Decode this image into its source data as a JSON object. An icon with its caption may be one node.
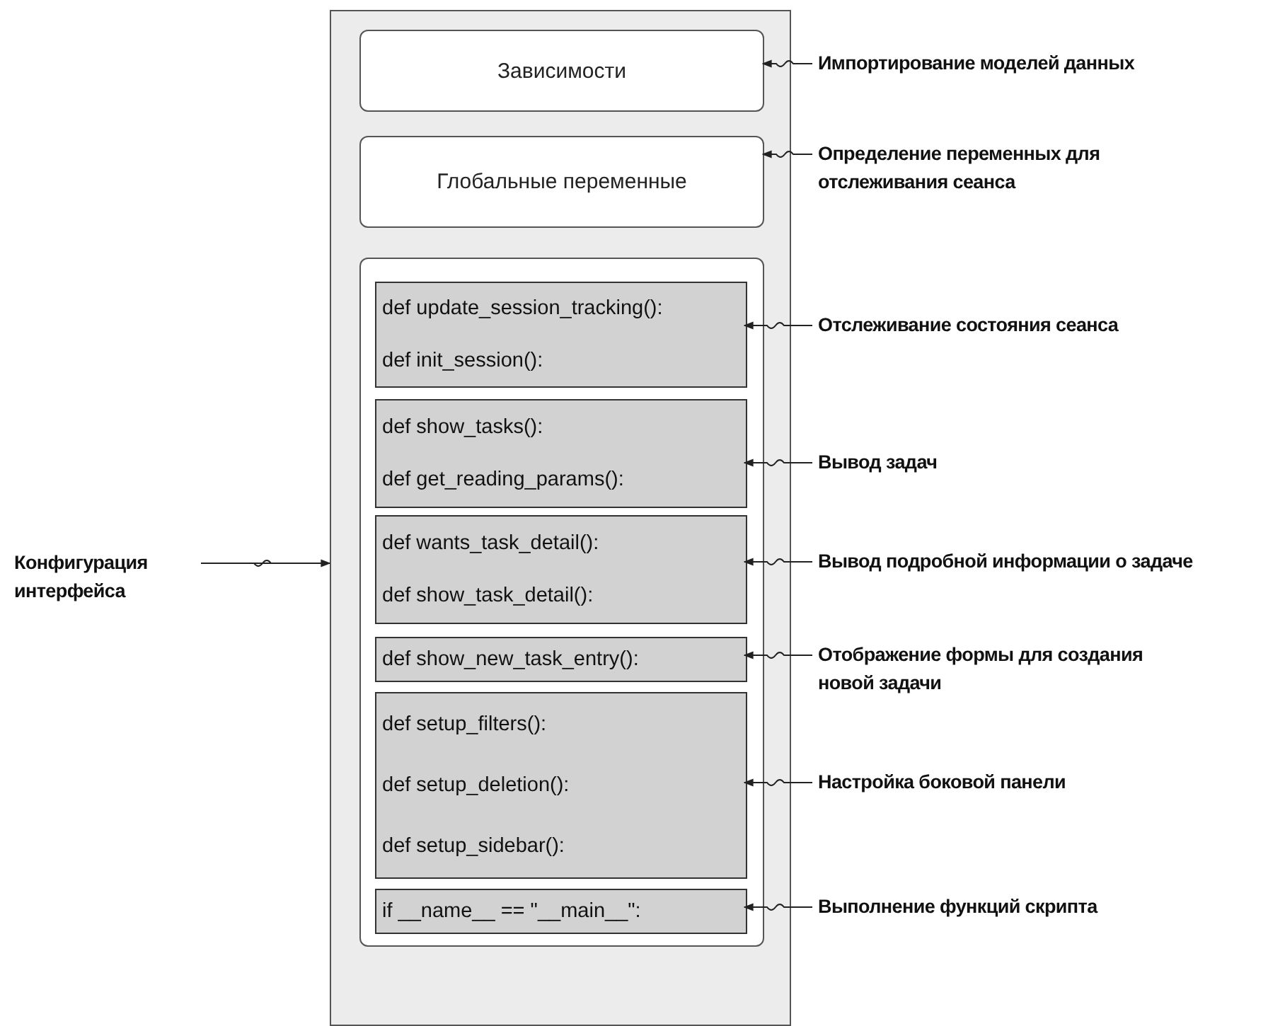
{
  "diagram": {
    "nodes": [
      {
        "text": [],
        "shape": "box"
      },
      {
        "text": [
          "Зависимости"
        ],
        "in": 0
      },
      {
        "text": [
          "Глобальные переменные"
        ],
        "in": 0
      },
      {
        "text": [],
        "shape": "box",
        "in": 0
      },
      {
        "text": [
          "def update_session_tracking():",
          "def init_session():"
        ],
        "in": 3
      },
      {
        "text": [
          "def show_tasks():",
          "def get_reading_params():"
        ],
        "in": 3
      },
      {
        "text": [
          "def wants_task_detail():",
          "def show_task_detail():"
        ],
        "in": 3
      },
      {
        "text": [
          "def show_new_task_entry():"
        ],
        "in": 3
      },
      {
        "text": [
          "def setup_filters():",
          "def setup_deletion():",
          "def setup_sidebar():"
        ],
        "in": 3
      },
      {
        "text": [
          "if __name__ == \"__main__\":"
        ],
        "in": 3
      },
      {
        "text": [
          "Импортирование моделей данных"
        ]
      },
      {
        "text": [
          "Определение переменных для отслеживания сеанса"
        ]
      },
      {
        "text": [
          "Отслеживание состояния сеанса"
        ]
      },
      {
        "text": [
          "Вывод задач"
        ]
      },
      {
        "text": [
          "Вывод подробной информации о задаче"
        ]
      },
      {
        "text": [
          "Отображение формы для создания новой задачи"
        ]
      },
      {
        "text": [
          "Настройка боковой панели"
        ]
      },
      {
        "text": [
          "Выполнение функций скрипта"
        ]
      },
      {
        "text": [
          "Конфигурация интерфейса"
        ]
      }
    ],
    "edges": [
      {
        "from": 10,
        "to": 1,
        "arrow": "to"
      },
      {
        "from": 11,
        "to": 2,
        "arrow": "to"
      },
      {
        "from": 12,
        "to": 4,
        "arrow": "to"
      },
      {
        "from": 13,
        "to": 5,
        "arrow": "to"
      },
      {
        "from": 14,
        "to": 6,
        "arrow": "to"
      },
      {
        "from": 15,
        "to": 7,
        "arrow": "to"
      },
      {
        "from": 16,
        "to": 8,
        "arrow": "to"
      },
      {
        "from": 17,
        "to": 9,
        "arrow": "to"
      },
      {
        "from": 18,
        "to": 0,
        "arrow": "to"
      }
    ]
  }
}
